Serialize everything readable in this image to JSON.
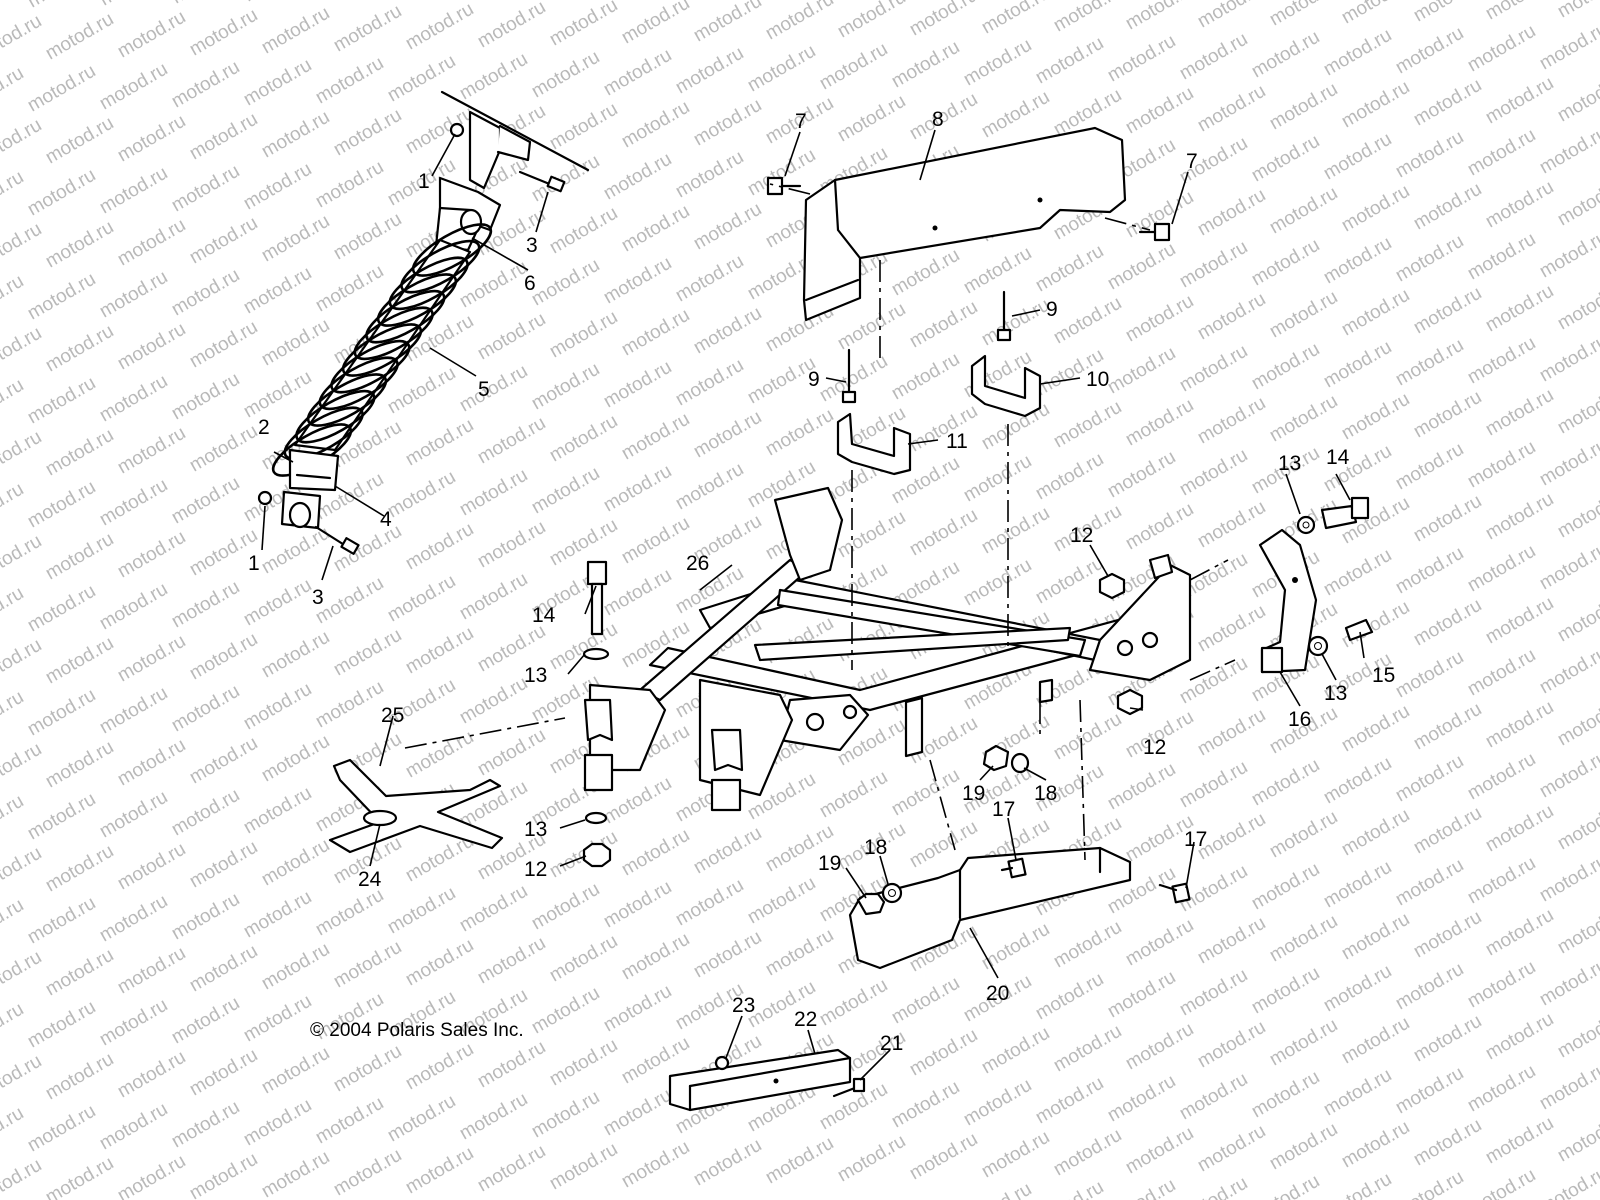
{
  "watermark": "motod.ru",
  "copyright": "© 2004 Polaris Sales Inc.",
  "callouts": {
    "c1a": "1",
    "c1b": "1",
    "c2": "2",
    "c3a": "3",
    "c3b": "3",
    "c4": "4",
    "c5": "5",
    "c6": "6",
    "c7a": "7",
    "c7b": "7",
    "c8": "8",
    "c9a": "9",
    "c9b": "9",
    "c10": "10",
    "c11": "11",
    "c12a": "12",
    "c12b": "12",
    "c12c": "12",
    "c13a": "13",
    "c13b": "13",
    "c13c": "13",
    "c13d": "13",
    "c14a": "14",
    "c14b": "14",
    "c15": "15",
    "c16": "16",
    "c17a": "17",
    "c17b": "17",
    "c18a": "18",
    "c18b": "18",
    "c19a": "19",
    "c19b": "19",
    "c20": "20",
    "c21": "21",
    "c22": "22",
    "c23": "23",
    "c24": "24",
    "c25": "25",
    "c26": "26"
  }
}
